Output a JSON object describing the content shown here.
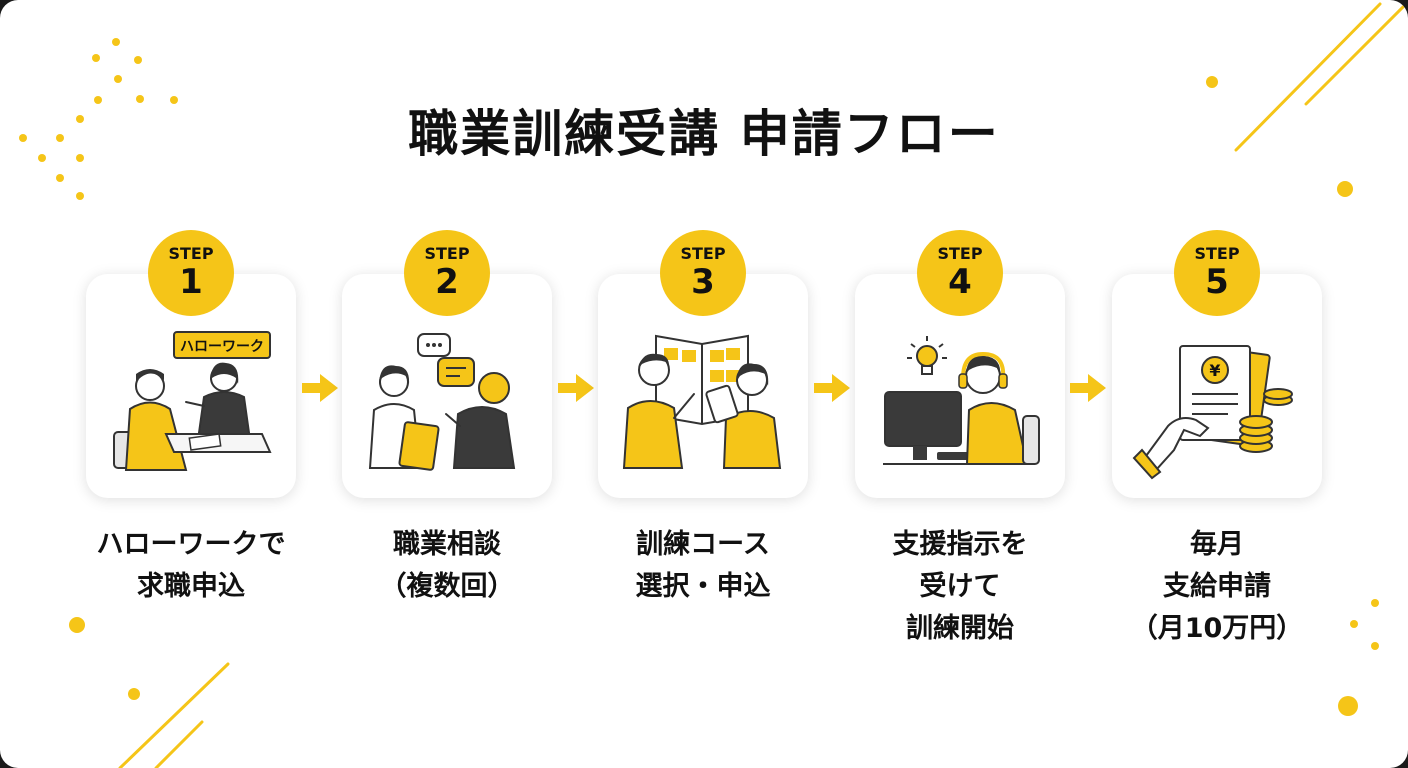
{
  "title": "職業訓練受講 申請フロー",
  "colors": {
    "accent": "#f5c518",
    "text": "#111111",
    "card": "#ffffff",
    "ink": "#333333",
    "suit": "#3a3a3a"
  },
  "steps": [
    {
      "label": "STEP",
      "number": "1",
      "illustration": "hello-work-counter",
      "sign": "ハローワーク",
      "caption": [
        "ハローワークで",
        "求職申込"
      ]
    },
    {
      "label": "STEP",
      "number": "2",
      "illustration": "career-consultation",
      "caption": [
        "職業相談",
        "（複数回）"
      ]
    },
    {
      "label": "STEP",
      "number": "3",
      "illustration": "course-selection",
      "caption": [
        "訓練コース",
        "選択・申込"
      ]
    },
    {
      "label": "STEP",
      "number": "4",
      "illustration": "training-start",
      "caption": [
        "支援指示を",
        "受けて",
        "訓練開始"
      ]
    },
    {
      "label": "STEP",
      "number": "5",
      "illustration": "monthly-allowance",
      "caption": [
        "毎月",
        "支給申請",
        "（月10万円）"
      ]
    }
  ],
  "arrow_icon": "arrow-right-icon"
}
